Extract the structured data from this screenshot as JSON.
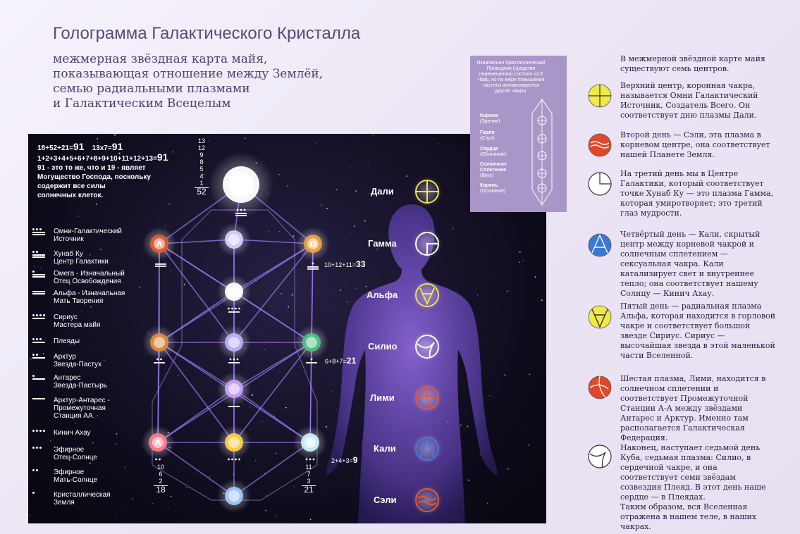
{
  "title": "Голограмма Галактического Кристалла",
  "subtitle": [
    "межмерная звёздная карта майя,",
    "показывающая отношение между Землёй,",
    "семью радиальными плазмами",
    "и Галактическим Всецелым"
  ],
  "info": {
    "line1a": "18+52+21=",
    "line1b": "91",
    "line1c": "13x7=",
    "line1d": "91",
    "line2a": "1+2+3+4+5+6+7+8+9+10+11+12+13=",
    "line2b": "91",
    "line3": "91 - это то же, что и 19 - являет",
    "line4": "Могущество Господа, поскольку",
    "line5": "содержит все силы",
    "line6": "солнечных клеток."
  },
  "legend": [
    {
      "l1": "Омни-Галактический",
      "l2": "Источник",
      "dots": 3,
      "bars": 2
    },
    {
      "l1": "Хунаб Ку",
      "l2": "Центр Галактики",
      "dots": 2,
      "bars": 2
    },
    {
      "l1": "Омега - Изначальный",
      "l2": "Отец Освобождения",
      "dots": 1,
      "bars": 2
    },
    {
      "l1": "Альфа - Изначальная",
      "l2": "Мать Творения",
      "dots": 0,
      "bars": 2
    },
    {
      "l1": "Сириус",
      "l2": "Мастера майя",
      "dots": 4,
      "bars": 1
    },
    {
      "l1": "Плеяды",
      "l2": "",
      "dots": 3,
      "bars": 1
    },
    {
      "l1": "Арктур",
      "l2": "Звезда-Пастух",
      "dots": 2,
      "bars": 1
    },
    {
      "l1": "Антарес",
      "l2": "Звезда-Пастырь",
      "dots": 1,
      "bars": 1
    },
    {
      "l1": "Арктур-Антарес -",
      "l2": "Промежуточная",
      "l3": "Станция АА",
      "dots": 0,
      "bars": 1
    },
    {
      "l1": "Кинич Ахау",
      "l2": "",
      "dots": 4,
      "bars": 0
    },
    {
      "l1": "Эфирное",
      "l2": "Отец-Солнце",
      "dots": 3,
      "bars": 0
    },
    {
      "l1": "Эфирное",
      "l2": "Мать-Солнце",
      "dots": 2,
      "bars": 0
    },
    {
      "l1": "Кристаллическая",
      "l2": "Земля",
      "dots": 1,
      "bars": 0
    }
  ],
  "chakras": [
    {
      "name": "Дали",
      "color": "#f2e34a",
      "icon": "dali-icon"
    },
    {
      "name": "Гамма",
      "color": "#ffffff",
      "icon": "gamma-icon"
    },
    {
      "name": "Альфа",
      "color": "#f2e34a",
      "icon": "alpha-icon"
    },
    {
      "name": "Силио",
      "color": "#ffffff",
      "icon": "silio-icon"
    },
    {
      "name": "Лими",
      "color": "#e8572a",
      "icon": "limi-icon"
    },
    {
      "name": "Кали",
      "color": "#3f7fd9",
      "icon": "kali-icon"
    },
    {
      "name": "Сэли",
      "color": "#e8572a",
      "icon": "seli-icon"
    }
  ],
  "column_top": {
    "nums": [
      "13",
      "12",
      "9",
      "8",
      "5",
      "4",
      "1"
    ],
    "total": "52"
  },
  "column_bl": {
    "nums": [
      "10",
      "6",
      "2"
    ],
    "total": "18"
  },
  "column_br": {
    "nums": [
      "11",
      "7",
      "3"
    ],
    "total": "21"
  },
  "eq_gamma": {
    "a": "10+12+11=",
    "b": "33"
  },
  "eq_silio": {
    "a": "6+8+7=",
    "b": "21"
  },
  "eq_kali": {
    "a": "2+4+3=",
    "b": "9"
  },
  "crystal": {
    "desc": "Изначально Кристаллический Проводник (средство перемещения) состоял из 5 Чакр, но по мере повышения частоты активизируются другие Чакры.",
    "items": [
      {
        "n": "Корона",
        "s": "(Зрение)"
      },
      {
        "n": "Горло",
        "s": "(Слух)"
      },
      {
        "n": "Сердце",
        "s": "(Обоняние)"
      },
      {
        "n": "Солнечное Сплетение",
        "s": "(Вкус)"
      },
      {
        "n": "Корень",
        "s": "(Осязание)"
      }
    ]
  },
  "paragraphs": [
    "В межмерной звёздной карте майя существуют семь центров.",
    "Верхний центр, коронная чакра, называется Омни Галактический Источник, Создатель Всего. Он соответствует дню плазмы Дали.",
    "Второй день — Сэли, эта плазма в корневом центре, она соответствует нашей Планете Земля.",
    "На третий день мы в Центре Галактики, который соответствует точке Хунаб Ку — это плазма Гамма, которая умиротворяет; это третий глаз мудрости.",
    "Четвёртый день — Кали, скрытый центр между корневой чакрой и солнечным сплетением — сексуальная чакра. Кали катализирует свет и внутреннее тепло; она соответствует нашему Солнцу — Кинич Ахау.",
    "Пятый день — радиальная плазма Альфа, которая находится в горловой чакре и соответствует большой звезде Сириус. Сириус — высочайшая звезда в этой маленькой части Вселенной.",
    "Шестая плазма, Лими, находится в солнечном сплетении и соответствует Промежуточной Станции А-А между звёздами Антарес и Арктур. Именно там располагается Галактическая Федерация.",
    "Наконец, наступает седьмой день Куба, седьмая плазма: Силио, в сердечной чакре, и она соответствует семи звёздам созвездия Плеяд. В этот день наше сердце — в Плеядах.",
    "Таким образом, вся Вселенная отражена в нашем теле, в наших чакрах."
  ],
  "right_icons": [
    {
      "name": "dali-plasma-icon",
      "color": "#f1e84a"
    },
    {
      "name": "seli-plasma-icon",
      "color": "#e0482a"
    },
    {
      "name": "gamma-plasma-icon",
      "color": "#ffffff"
    },
    {
      "name": "kali-plasma-icon",
      "color": "#3b78d8"
    },
    {
      "name": "alpha-plasma-icon",
      "color": "#f1e84a"
    },
    {
      "name": "limi-plasma-icon",
      "color": "#e0482a"
    },
    {
      "name": "silio-plasma-icon",
      "color": "#ffffff"
    }
  ],
  "nodes": [
    {
      "name": "omni-galactic-source-star",
      "glyph": "",
      "color": "#ffffff"
    },
    {
      "name": "hunab-ku-node",
      "glyph": "",
      "color": "#d7d0ff"
    },
    {
      "name": "alpha-node",
      "glyph": "Λ",
      "color": "#e85a2a"
    },
    {
      "name": "omega-node",
      "glyph": "Ω",
      "color": "#f0a23a"
    },
    {
      "name": "sirius-node",
      "glyph": "",
      "color": "#ffffff"
    },
    {
      "name": "arcturus-node",
      "glyph": "",
      "color": "#e08a3a"
    },
    {
      "name": "pleiades-node",
      "glyph": "",
      "color": "#b8b0ff"
    },
    {
      "name": "antares-node",
      "glyph": "",
      "color": "#4fc28a"
    },
    {
      "name": "aa-station-node",
      "glyph": "",
      "color": "#c8a0ff"
    },
    {
      "name": "etheric-mother-sun-node",
      "glyph": "Λ",
      "color": "#ff7a8a"
    },
    {
      "name": "kinich-ahau-node",
      "glyph": "",
      "color": "#ffd040"
    },
    {
      "name": "etheric-father-sun-node",
      "glyph": "Ω",
      "color": "#c8f0ff"
    },
    {
      "name": "crystal-earth-node",
      "glyph": "",
      "color": "#a0c8ff"
    }
  ]
}
